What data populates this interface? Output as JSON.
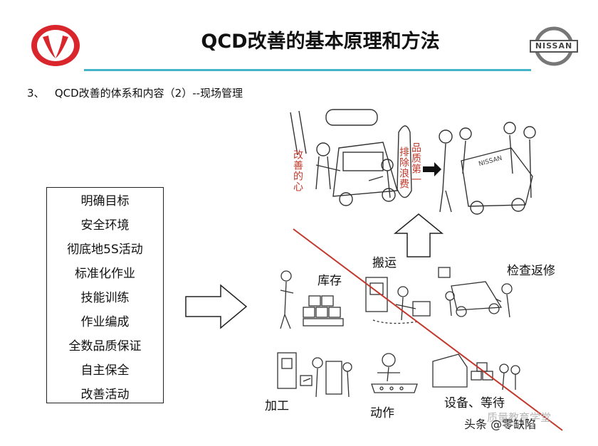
{
  "header": {
    "title": "QCD改善的基本原理和方法"
  },
  "subtitle": "3、   QCD改善的体系和内容（2）--现场管理",
  "logos": {
    "left": "dongfeng-logo",
    "right": "nissan-logo",
    "right_text": "NISSAN"
  },
  "list": {
    "items": [
      "明确目标",
      "安全环境",
      "彻底地5S活动",
      "标准化作业",
      "技能训练",
      "作业编成",
      "全数品质保证",
      "自主保全",
      "改善活动"
    ]
  },
  "illustration": {
    "improvement_mind": "改善的心",
    "quality_first": "品质第一",
    "eliminate_waste": "排除浪费",
    "car_label": "NISSAN",
    "wastes": {
      "inventory": "库存",
      "transport": "搬运",
      "inspection": "检查返修",
      "processing": "加工",
      "motion": "动作",
      "equipment_waiting": "设备、等待"
    }
  },
  "watermark": "头条 @零缺陷",
  "watermark_back": "质量教育学堂",
  "colors": {
    "accent": "#46b4c8",
    "logo_red": "#d9262c",
    "arrow_red": "#c0392b"
  }
}
